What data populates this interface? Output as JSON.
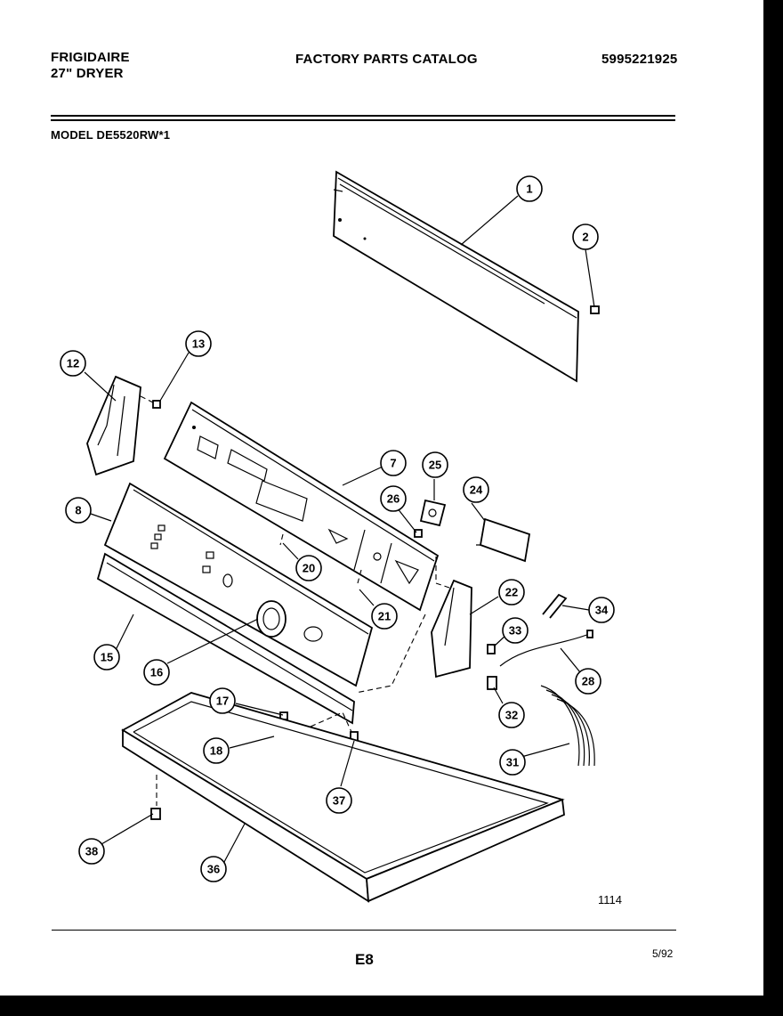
{
  "header": {
    "brand": "FRIGIDAIRE",
    "product": "27\" DRYER",
    "catalog_title": "FACTORY PARTS CATALOG",
    "part_number": "5995221925",
    "model_line": "MODEL  DE5520RW*1"
  },
  "diagram": {
    "diagram_number": "1114",
    "callouts": [
      "1",
      "2",
      "7",
      "8",
      "12",
      "13",
      "15",
      "16",
      "17",
      "18",
      "20",
      "21",
      "22",
      "24",
      "25",
      "26",
      "28",
      "31",
      "32",
      "33",
      "34",
      "36",
      "37",
      "38"
    ]
  },
  "footer": {
    "page_code": "E8",
    "date": "5/92"
  }
}
